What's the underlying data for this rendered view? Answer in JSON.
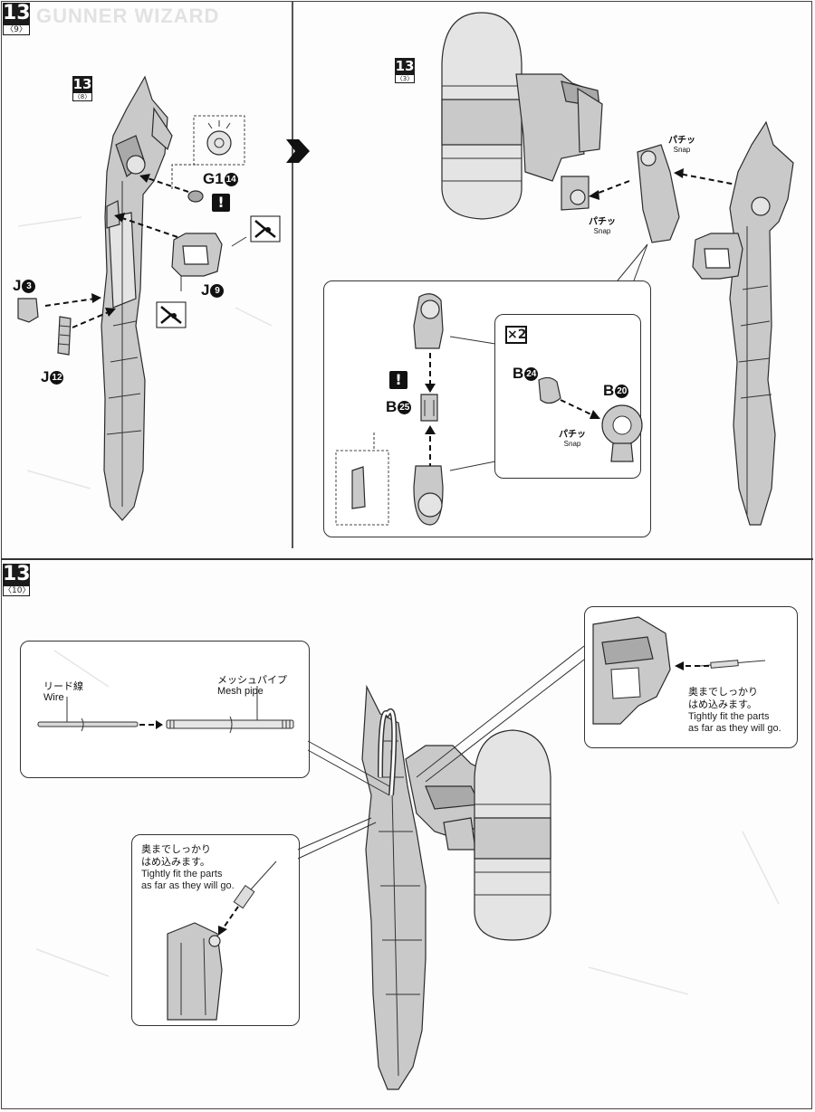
{
  "steps": {
    "top_left": {
      "step": "13",
      "sub": "〈9〉"
    },
    "top_right_inline": {
      "step": "13",
      "sub": "〈3〉"
    },
    "left_ref": {
      "step": "13",
      "sub": "〈8〉"
    },
    "bottom": {
      "step": "13",
      "sub": "〈10〉"
    }
  },
  "top_left_header": "GUNNER WIZARD",
  "parts": {
    "g1_14": {
      "letter": "G1",
      "num": "14"
    },
    "j9": {
      "letter": "J",
      "num": "9"
    },
    "j3": {
      "letter": "J",
      "num": "3"
    },
    "j12": {
      "letter": "J",
      "num": "12"
    },
    "b25": {
      "letter": "B",
      "num": "25"
    },
    "b24": {
      "letter": "B",
      "num": "24"
    },
    "b20": {
      "letter": "B",
      "num": "20"
    }
  },
  "warning_mark": "!",
  "multiplier": "×2",
  "snap": {
    "jp": "パチッ",
    "en": "Snap"
  },
  "wire_inset": {
    "wire_jp": "リード線",
    "wire_en": "Wire",
    "mesh_jp": "メッシュパイプ",
    "mesh_en": "Mesh pipe"
  },
  "fit_note": {
    "jp_line1": "奥までしっかり",
    "jp_line2": "はめ込みます。",
    "en_line1": "Tightly fit the parts",
    "en_line2": "as far as they will go."
  },
  "icons": [
    "nipper-icon",
    "warning-icon",
    "arrow-right-icon"
  ]
}
